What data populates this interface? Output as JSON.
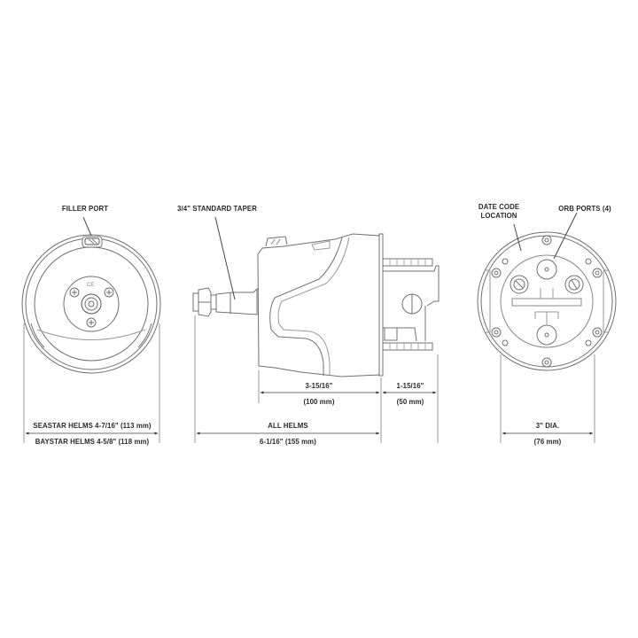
{
  "views": {
    "front": {
      "callout": "FILLER PORT",
      "ce_mark": "CE",
      "dimension": {
        "line1": "SEASTAR HELMS 4-7/16\" (113 mm)",
        "line2": "BAYSTAR HELMS 4-5/8\" (118 mm)"
      }
    },
    "side": {
      "callout": "3/4\" STANDARD TAPER",
      "dimensions": {
        "body": {
          "imperial": "3-15/16\"",
          "metric": "(100 mm)"
        },
        "rear": {
          "imperial": "1-15/16\"",
          "metric": "(50 mm)"
        },
        "overall": {
          "title": "ALL HELMS",
          "value": "6-1/16\" (155 mm)"
        }
      }
    },
    "rear": {
      "callout_date_code_1": "DATE CODE",
      "callout_date_code_2": "LOCATION",
      "callout_orb": "ORB PORTS (4)",
      "dimension": {
        "imperial": "3\" DIA.",
        "metric": "(76 mm)"
      }
    }
  },
  "colors": {
    "line": "#6a6a6a",
    "dim_line": "#8a8a8a",
    "text": "#2a2a2a",
    "background": "#ffffff"
  }
}
